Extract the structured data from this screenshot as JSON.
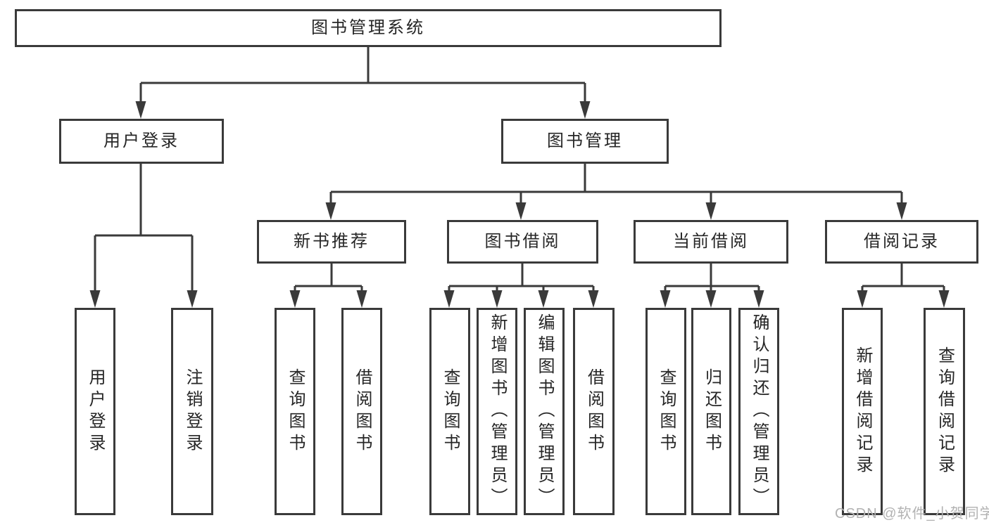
{
  "diagram": {
    "title": "图书管理系统",
    "tree": {
      "root": {
        "label": "图书管理系统",
        "children": [
          {
            "label": "用户登录",
            "children": [
              {
                "label": "用户登录"
              },
              {
                "label": "注销登录"
              }
            ]
          },
          {
            "label": "图书管理",
            "children": [
              {
                "label": "新书推荐",
                "children": [
                  {
                    "label": "查询图书"
                  },
                  {
                    "label": "借阅图书"
                  }
                ]
              },
              {
                "label": "图书借阅",
                "children": [
                  {
                    "label": "查询图书"
                  },
                  {
                    "label": "新增图书（管理员）"
                  },
                  {
                    "label": "编辑图书（管理员）"
                  },
                  {
                    "label": "借阅图书"
                  }
                ]
              },
              {
                "label": "当前借阅",
                "children": [
                  {
                    "label": "查询图书"
                  },
                  {
                    "label": "归还图书"
                  },
                  {
                    "label": "确认归还（管理员）"
                  }
                ]
              },
              {
                "label": "借阅记录",
                "children": [
                  {
                    "label": "新增借阅记录"
                  },
                  {
                    "label": "查询借阅记录"
                  }
                ]
              }
            ]
          }
        ]
      }
    },
    "colors": {
      "line": "#3a3a3a",
      "box_border": "#3a3a3a",
      "text": "#262626",
      "background": "#ffffff",
      "watermark": "#b2b2b2"
    }
  },
  "watermark": {
    "text": "CSDN @软件_小贺同学"
  }
}
